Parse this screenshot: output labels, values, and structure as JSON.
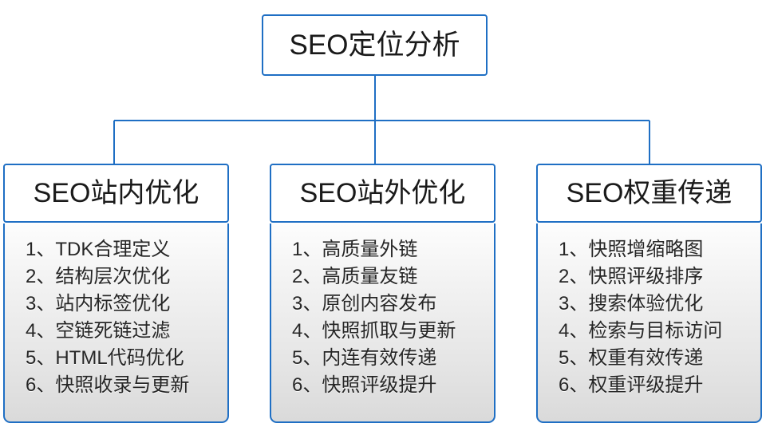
{
  "diagram": {
    "type": "org-chart",
    "orientation": "top-down",
    "root": {
      "label": "SEO定位分析"
    },
    "colors": {
      "border": "#1f6fc4",
      "connector": "#1f6fc4",
      "root_fill": "#ffffff",
      "header_fill": "#ffffff",
      "body_fill_top": "#fdfdfd",
      "body_fill_bottom": "#dadada",
      "text": "#1a1a1a"
    },
    "branches": [
      {
        "header": "SEO站内优化",
        "items": [
          "1、TDK合理定义",
          "2、结构层次优化",
          "3、站内标签优化",
          "4、空链死链过滤",
          "5、HTML代码优化",
          "6、快照收录与更新"
        ]
      },
      {
        "header": "SEO站外优化",
        "items": [
          "1、高质量外链",
          "2、高质量友链",
          "3、原创内容发布",
          "4、快照抓取与更新",
          "5、内连有效传递",
          "6、快照评级提升"
        ]
      },
      {
        "header": "SEO权重传递",
        "items": [
          "1、快照增缩略图",
          "2、快照评级排序",
          "3、搜索体验优化",
          "4、检索与目标访问",
          "5、权重有效传递",
          "6、权重评级提升"
        ]
      }
    ]
  }
}
